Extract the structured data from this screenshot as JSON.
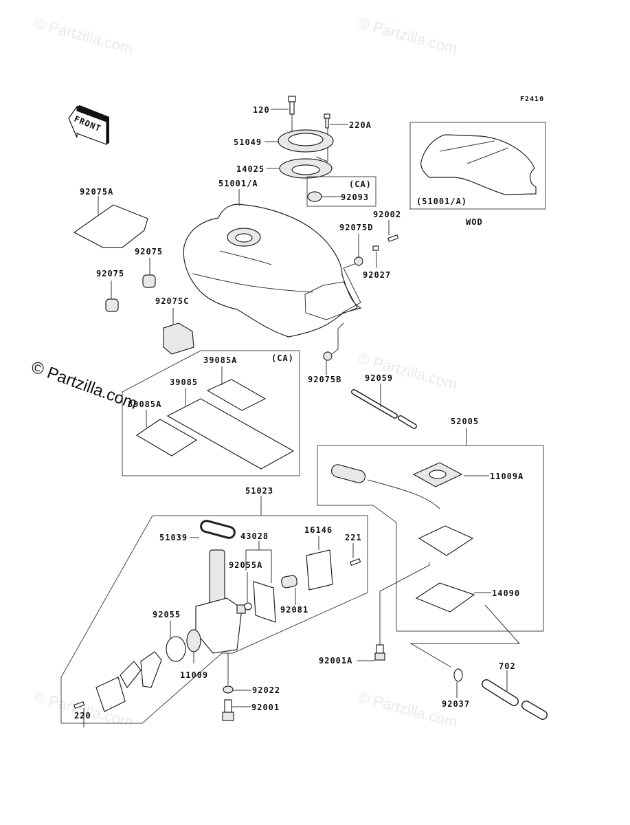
{
  "diagram": {
    "figure_code": "F2410",
    "front_label": "FRONT",
    "watermark": "© Partzilla.com",
    "inset": {
      "part_ref": "(51001/A)",
      "caption": "WOD"
    },
    "region_notes": {
      "ca_92093": "(CA)",
      "ca_39085": "(CA)"
    },
    "callouts": [
      {
        "id": "120",
        "label": "120"
      },
      {
        "id": "220A",
        "label": "220A"
      },
      {
        "id": "51049",
        "label": "51049"
      },
      {
        "id": "14025",
        "label": "14025"
      },
      {
        "id": "51001A",
        "label": "51001/A"
      },
      {
        "id": "92093",
        "label": "92093"
      },
      {
        "id": "92075A",
        "label": "92075A"
      },
      {
        "id": "92075_1",
        "label": "92075"
      },
      {
        "id": "92075_2",
        "label": "92075"
      },
      {
        "id": "92075C",
        "label": "92075C"
      },
      {
        "id": "92075D",
        "label": "92075D"
      },
      {
        "id": "92002",
        "label": "92002"
      },
      {
        "id": "92027",
        "label": "92027"
      },
      {
        "id": "92075B",
        "label": "92075B"
      },
      {
        "id": "39085A_1",
        "label": "39085A"
      },
      {
        "id": "39085",
        "label": "39085"
      },
      {
        "id": "39085A_2",
        "label": "39085A"
      },
      {
        "id": "92059",
        "label": "92059"
      },
      {
        "id": "52005",
        "label": "52005"
      },
      {
        "id": "11009A",
        "label": "11009A"
      },
      {
        "id": "14090",
        "label": "14090"
      },
      {
        "id": "92001A",
        "label": "92001A"
      },
      {
        "id": "92037",
        "label": "92037"
      },
      {
        "id": "702",
        "label": "702"
      },
      {
        "id": "51023",
        "label": "51023"
      },
      {
        "id": "51039",
        "label": "51039"
      },
      {
        "id": "43028",
        "label": "43028"
      },
      {
        "id": "16146",
        "label": "16146"
      },
      {
        "id": "221",
        "label": "221"
      },
      {
        "id": "92055A",
        "label": "92055A"
      },
      {
        "id": "92081",
        "label": "92081"
      },
      {
        "id": "92055",
        "label": "92055"
      },
      {
        "id": "11009",
        "label": "11009"
      },
      {
        "id": "92022",
        "label": "92022"
      },
      {
        "id": "92001",
        "label": "92001"
      },
      {
        "id": "220",
        "label": "220"
      }
    ]
  }
}
